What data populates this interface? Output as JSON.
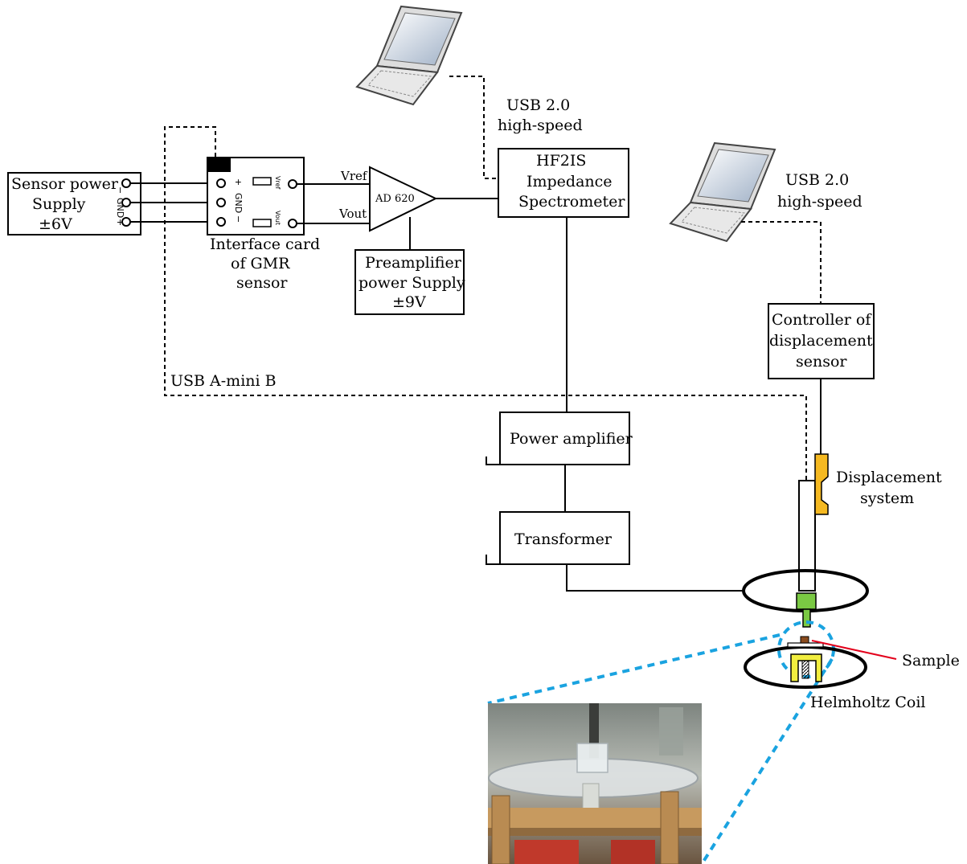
{
  "blocks": {
    "sensor_power": [
      "Sensor power",
      "Supply",
      "±6V"
    ],
    "sensor_pins": [
      "−",
      "GND",
      "+"
    ],
    "interface_card": [
      "Interface card",
      "of GMR",
      "sensor"
    ],
    "card_pins": [
      "+",
      "GND",
      "−"
    ],
    "card_vref": "Vref",
    "card_vout": "Vout",
    "amp": "AD 620",
    "vref": "Vref",
    "vout": "Vout",
    "preamp_power": [
      "Preamplifier",
      "power Supply",
      "±9V"
    ],
    "hf2is": [
      "HF2IS",
      "Impedance",
      "Spectrometer"
    ],
    "usb_top": [
      "USB 2.0",
      "high-speed"
    ],
    "usb_right": [
      "USB 2.0",
      "high-speed"
    ],
    "controller": [
      "Controller of",
      "displacement",
      "sensor"
    ],
    "usb_mini": "USB A-mini B",
    "power_amp": "Power amplifier",
    "transformer": "Transformer",
    "displacement": [
      "Displacement",
      "system"
    ],
    "sample": "Sample",
    "helmholtz": "Helmholtz Coil"
  },
  "colors": {
    "line": "#000000",
    "zoom_dash": "#1aa3e0",
    "displacement_fill": "#f5b921",
    "probe_fill": "#7ac943",
    "sample_arrow": "#e3001b",
    "holder_fill": "#f2ee3f"
  },
  "icons": [
    "laptop-icon",
    "laptop-icon",
    "photo-inset"
  ]
}
